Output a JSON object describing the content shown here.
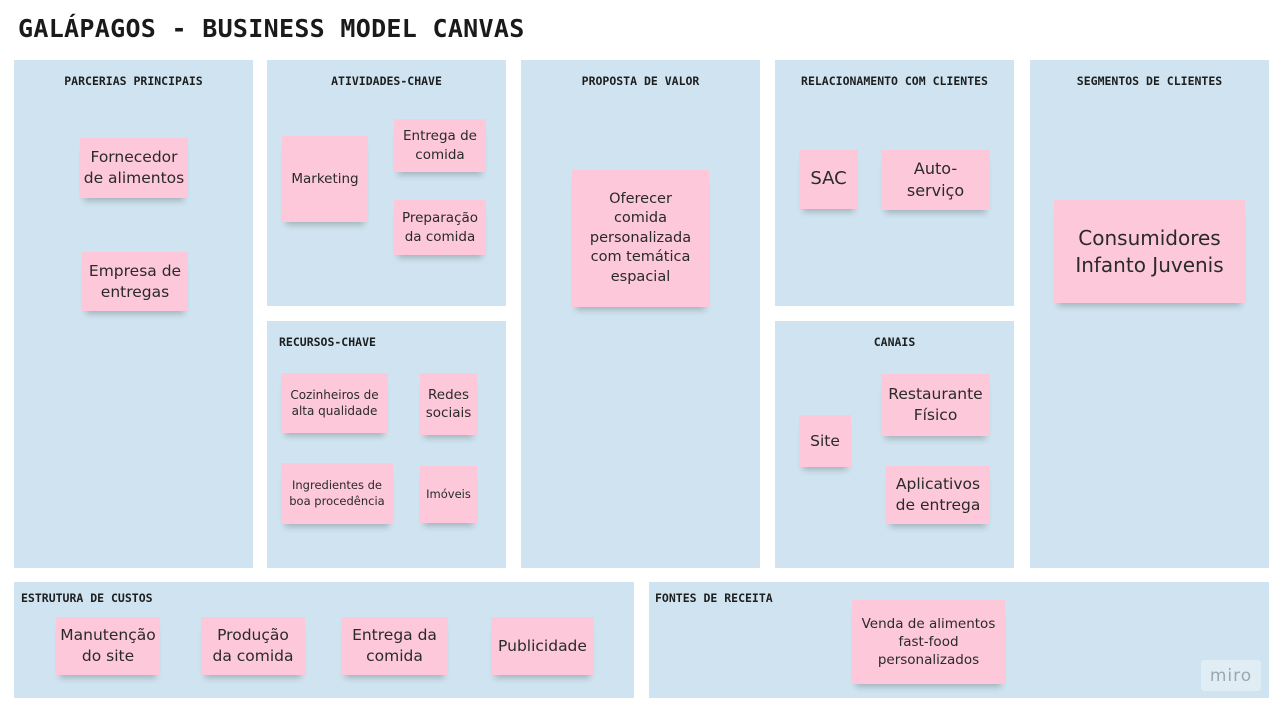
{
  "title": "GALÁPAGOS - BUSINESS MODEL CANVAS",
  "sections": {
    "parcerias": {
      "title": "PARCERIAS PRINCIPAIS",
      "notes": [
        "Fornecedor\nde alimentos",
        "Empresa de\nentregas"
      ]
    },
    "atividades": {
      "title": "ATIVIDADES-CHAVE",
      "notes": [
        "Marketing",
        "Entrega de\ncomida",
        "Preparação\nda comida"
      ]
    },
    "recursos": {
      "title": "RECURSOS-CHAVE",
      "notes": [
        "Cozinheiros de\nalta qualidade",
        "Redes\nsociais",
        "Ingredientes de\nboa procedência",
        "Imóveis"
      ]
    },
    "proposta": {
      "title": "PROPOSTA DE VALOR",
      "notes": [
        "Oferecer\ncomida\npersonalizada\ncom temática\nespacial"
      ]
    },
    "relacionamento": {
      "title": "RELACIONAMENTO COM CLIENTES",
      "notes": [
        "SAC",
        "Auto-\nserviço"
      ]
    },
    "canais": {
      "title": "CANAIS",
      "notes": [
        "Site",
        "Restaurante\nFísico",
        "Aplicativos\nde entrega"
      ]
    },
    "segmentos": {
      "title": "SEGMENTOS DE CLIENTES",
      "notes": [
        "Consumidores\nInfanto Juvenis"
      ]
    },
    "custos": {
      "title": "ESTRUTURA DE CUSTOS",
      "notes": [
        "Manutenção\ndo site",
        "Produção\nda comida",
        "Entrega da\ncomida",
        "Publicidade"
      ]
    },
    "receita": {
      "title": "FONTES DE RECEITA",
      "notes": [
        "Venda de alimentos\nfast-food\npersonalizados"
      ]
    }
  },
  "colors": {
    "section_bg": "#cfe4f0",
    "sticky_note": "#fcc8da"
  },
  "watermark": "miro"
}
